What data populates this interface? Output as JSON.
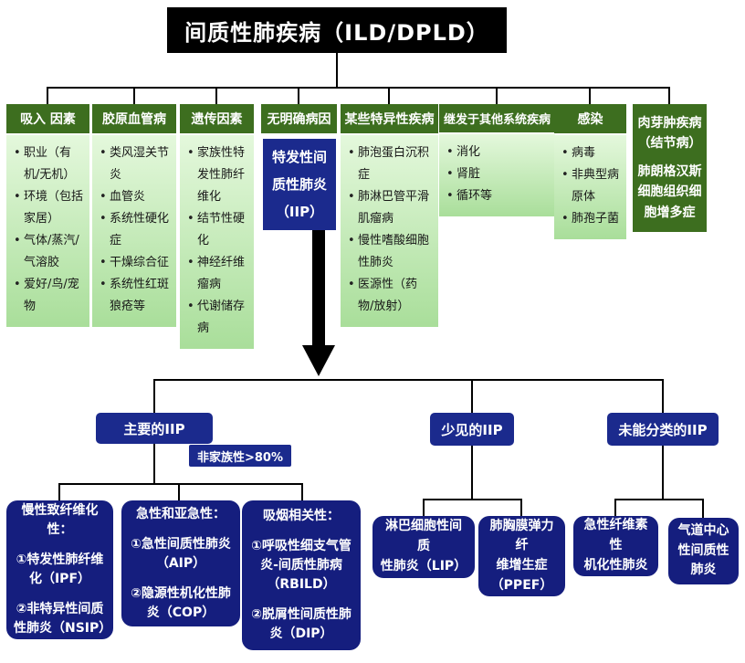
{
  "title": "间质性肺疾病（ILD/DPLD）",
  "columns": [
    {
      "title": "吸入 因素",
      "items": [
        "职业（有机/无机）",
        "环境（包括家居）",
        "气体/蒸汽/气溶胶",
        "爱好/鸟/宠物"
      ]
    },
    {
      "title": "胶原血管病",
      "items": [
        "类风湿关节炎",
        "血管炎",
        "系统性硬化症",
        "干燥综合征",
        "系统性红斑狼疮等"
      ]
    },
    {
      "title": "遗传因素",
      "items": [
        "家族性特发性肺纤维化",
        "结节性硬化",
        "神经纤维瘤病",
        "代谢储存病"
      ]
    },
    {
      "title": "无明确病因",
      "highlight": "特发性间质性肺炎（IIP）"
    },
    {
      "title": "某些特异性疾病",
      "items": [
        "肺泡蛋白沉积症",
        "肺淋巴管平滑肌瘤病",
        "慢性嗜酸细胞性肺炎",
        "医源性（药物/放射）"
      ]
    },
    {
      "title": "继发于其他系统疾病",
      "items": [
        "消化",
        "肾脏",
        "循环等"
      ]
    },
    {
      "title": "感染",
      "items": [
        "病毒",
        "非典型病原体",
        "肺孢子菌"
      ]
    },
    {
      "title": "肉芽肿疾病",
      "lines": [
        "肉芽肿疾病",
        "（结节病）",
        "肺朗格汉斯",
        "细胞组织细",
        "胞增多症"
      ]
    }
  ],
  "level2": {
    "major": "主要的IIP",
    "note": "非家族性>80%",
    "rare": "少见的IIP",
    "unclassified": "未能分类的IIP"
  },
  "leaves": {
    "chronic": {
      "title": "慢性致纤维化性：",
      "items": [
        "①特发性肺纤维化（IPF）",
        "②非特异性间质性肺炎（NSIP）"
      ]
    },
    "acute": {
      "title": "急性和亚急性：",
      "items": [
        "①急性间质性肺炎（AIP）",
        "②隐源性机化性肺炎（COP）"
      ]
    },
    "smoking": {
      "title": "吸烟相关性：",
      "items": [
        "①呼吸性细支气管炎-间质性肺病（RBILD）",
        "②脱屑性间质性肺炎（DIP）"
      ]
    },
    "lip": {
      "lines": [
        "淋巴细胞性间质",
        "性肺炎（LIP）"
      ]
    },
    "ppef": {
      "lines": [
        "肺胸膜弹力纤",
        "维增生症",
        "（PPEF）"
      ]
    },
    "afop": {
      "lines": [
        "急性纤维素性",
        "机化性肺炎"
      ]
    },
    "airway": {
      "lines": [
        "气道中心",
        "性间质性",
        "肺炎"
      ]
    }
  },
  "colors": {
    "dark_green": "#3d6e1f",
    "light_green_top": "#e4f8dc",
    "light_green_bottom": "#a9de9a",
    "navy": "#1b2a8d",
    "leaf_navy": "#151e7e",
    "black": "#000000"
  }
}
